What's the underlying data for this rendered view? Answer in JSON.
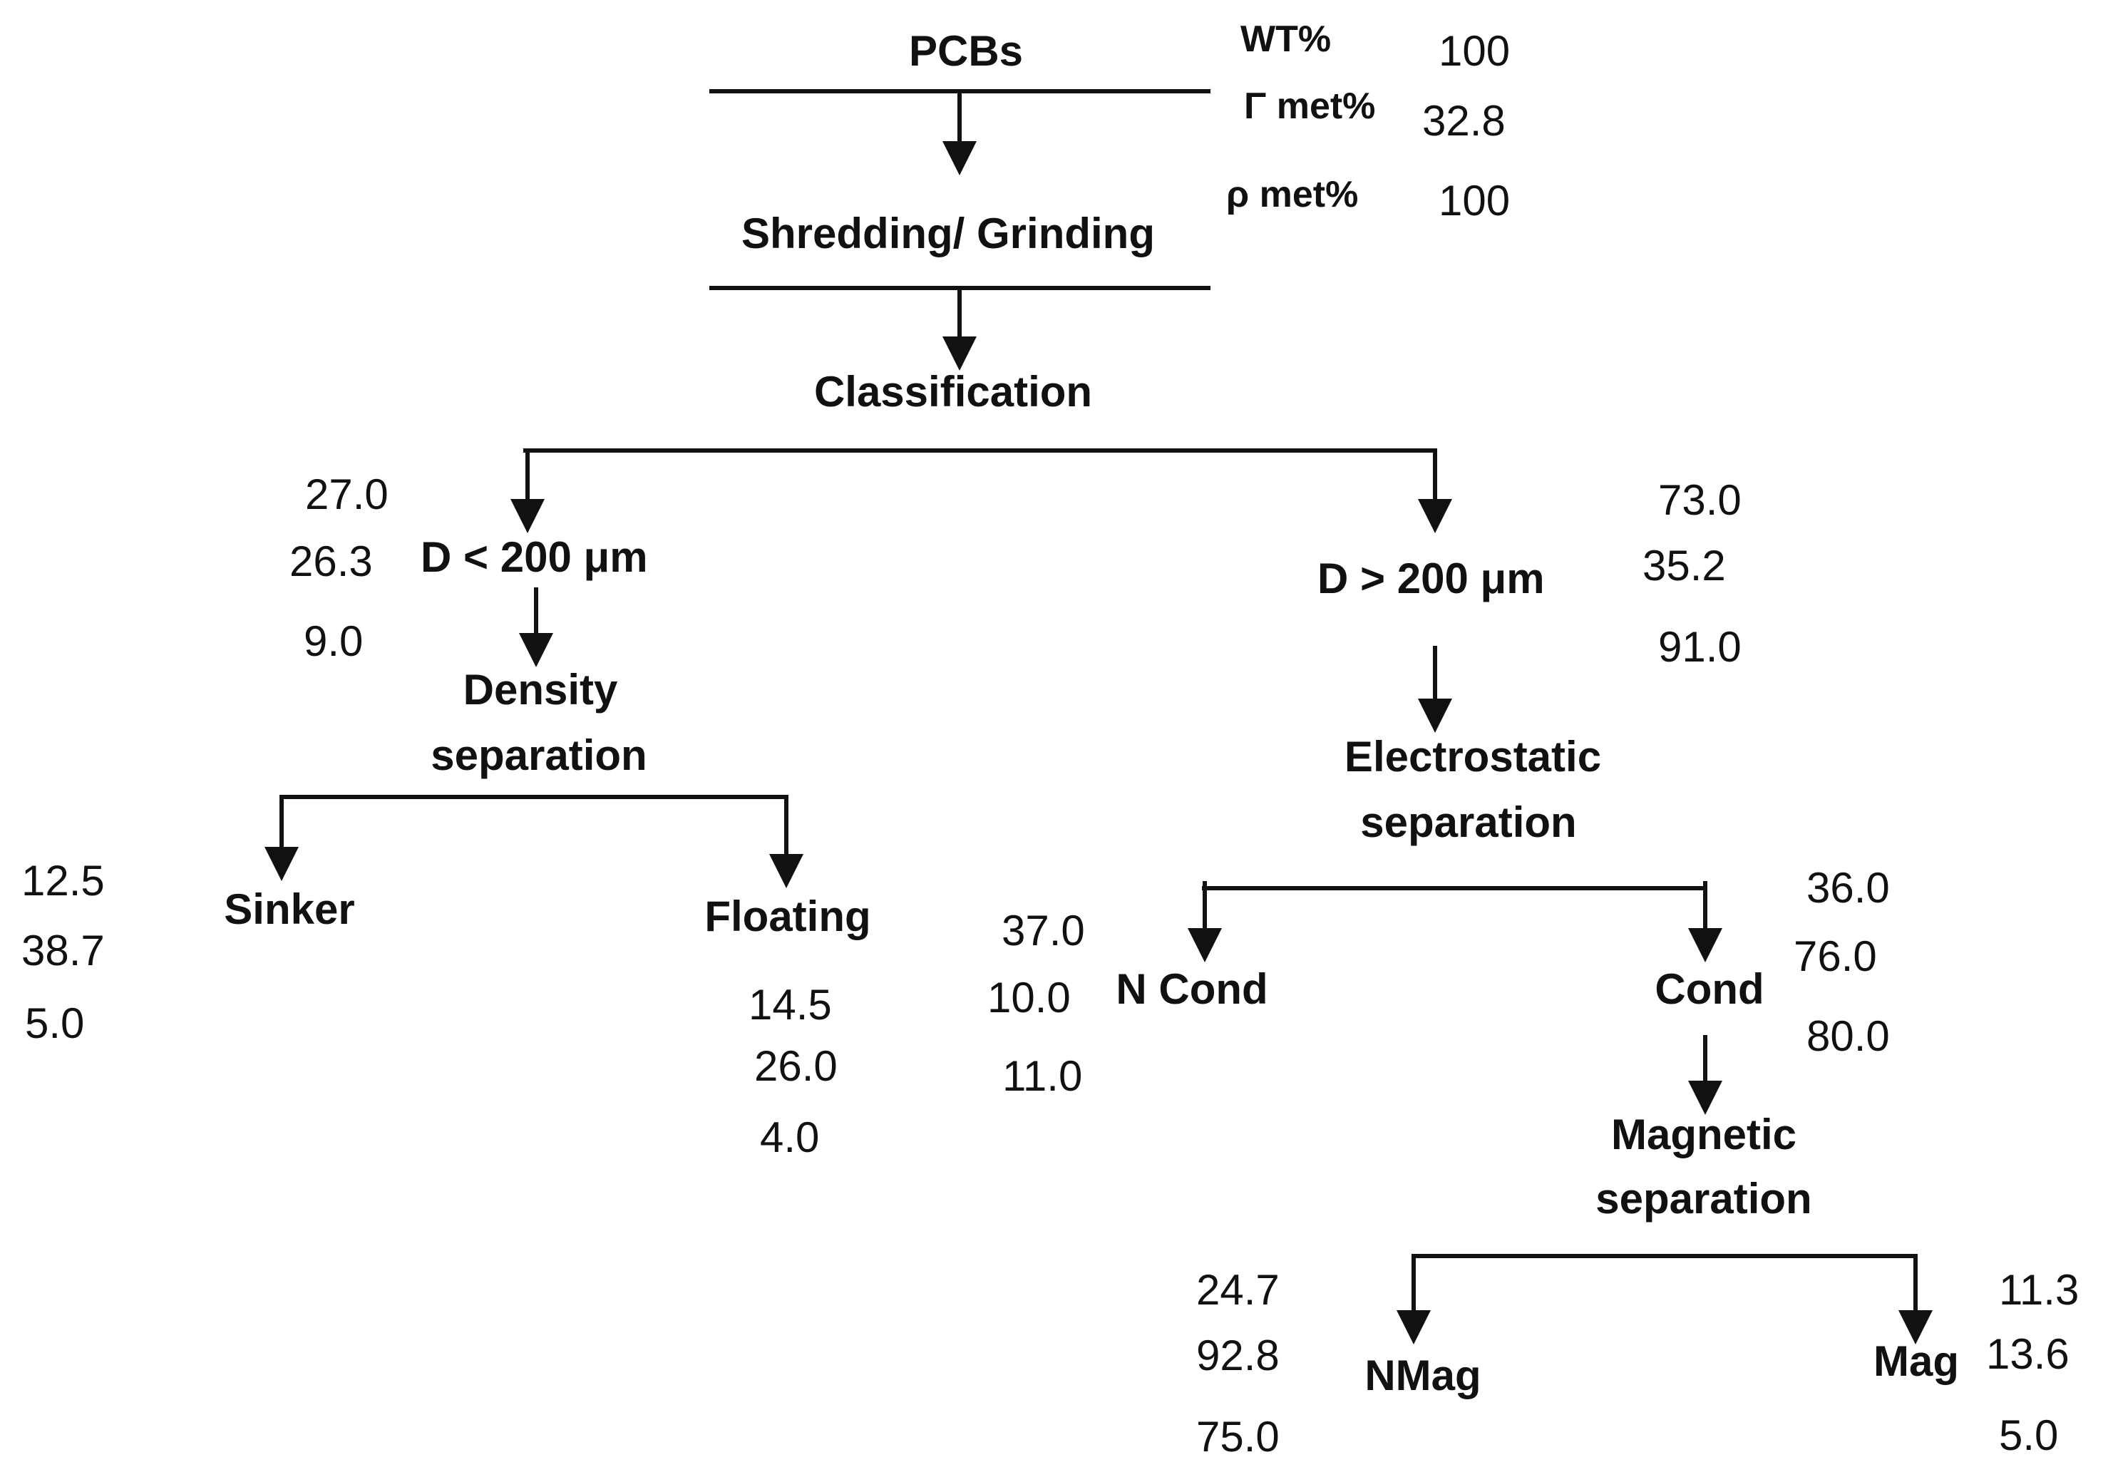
{
  "header": {
    "wt_label": "WT%",
    "gamma_label": "Γ met%",
    "rho_label": "ρ  met%",
    "values": [
      "100",
      "32.8",
      "100"
    ]
  },
  "nodes": {
    "pcbs": "PCBs",
    "shredding": "Shredding/ Grinding",
    "classification": "Classification",
    "fine": "D < 200 μm",
    "coarse": "D > 200 μm",
    "density_1": "Density",
    "density_2": "separation",
    "electro_1": "Electrostatic",
    "electro_2": "separation",
    "sinker": "Sinker",
    "floating": "Floating",
    "ncond": "N Cond",
    "cond": "Cond",
    "magnetic_1": "Magnetic",
    "magnetic_2": "separation",
    "nmag": "NMag",
    "mag": "Mag"
  },
  "values": {
    "fine": [
      "27.0",
      "26.3",
      "9.0"
    ],
    "coarse": [
      "73.0",
      "35.2",
      "91.0"
    ],
    "sinker": [
      "12.5",
      "38.7",
      "5.0"
    ],
    "floating": [
      "14.5",
      "26.0",
      "4.0"
    ],
    "ncond": [
      "37.0",
      "10.0",
      "11.0"
    ],
    "cond": [
      "36.0",
      "76.0",
      "80.0"
    ],
    "nmag": [
      "24.7",
      "92.8",
      "75.0"
    ],
    "mag": [
      "11.3",
      "13.6",
      "5.0"
    ]
  }
}
